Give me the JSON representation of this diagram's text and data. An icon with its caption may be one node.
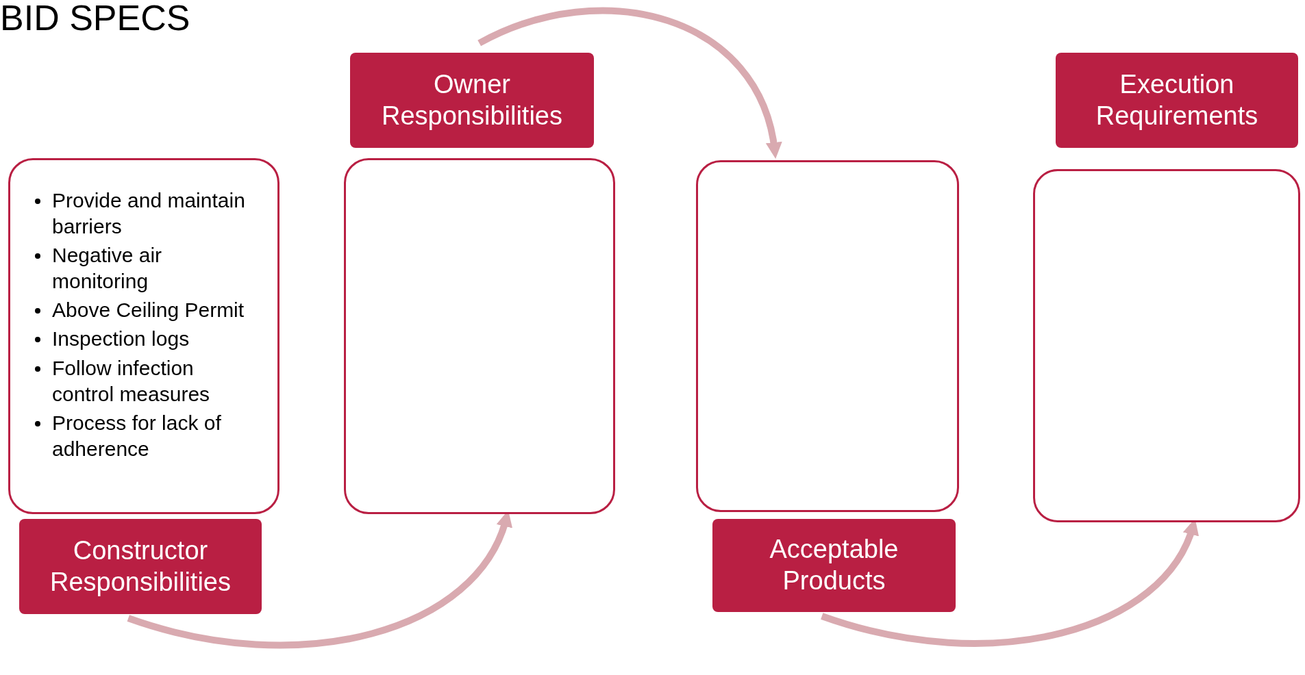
{
  "diagram": {
    "title": "BID SPECS",
    "nodes": [
      {
        "text": [
          "Provide and maintain barriers",
          "Negative air monitoring",
          "Above Ceiling Permit",
          "Inspection logs",
          "Follow infection control measures",
          "Process for lack of adherence"
        ]
      },
      {
        "text": [
          "Constructor Responsibilities"
        ]
      },
      {
        "text": [],
        "shape": "box"
      },
      {
        "text": [
          "Owner Responsibilities"
        ]
      },
      {
        "text": [],
        "shape": "box"
      },
      {
        "text": [
          "Acceptable Products"
        ]
      },
      {
        "text": [],
        "shape": "box"
      },
      {
        "text": [
          "Execution Requirements"
        ]
      }
    ],
    "edges": [
      {
        "from": 1,
        "to": 2,
        "arrow": "to"
      },
      {
        "from": 3,
        "to": 4,
        "arrow": "to"
      },
      {
        "from": 5,
        "to": 6,
        "arrow": "to"
      }
    ]
  }
}
